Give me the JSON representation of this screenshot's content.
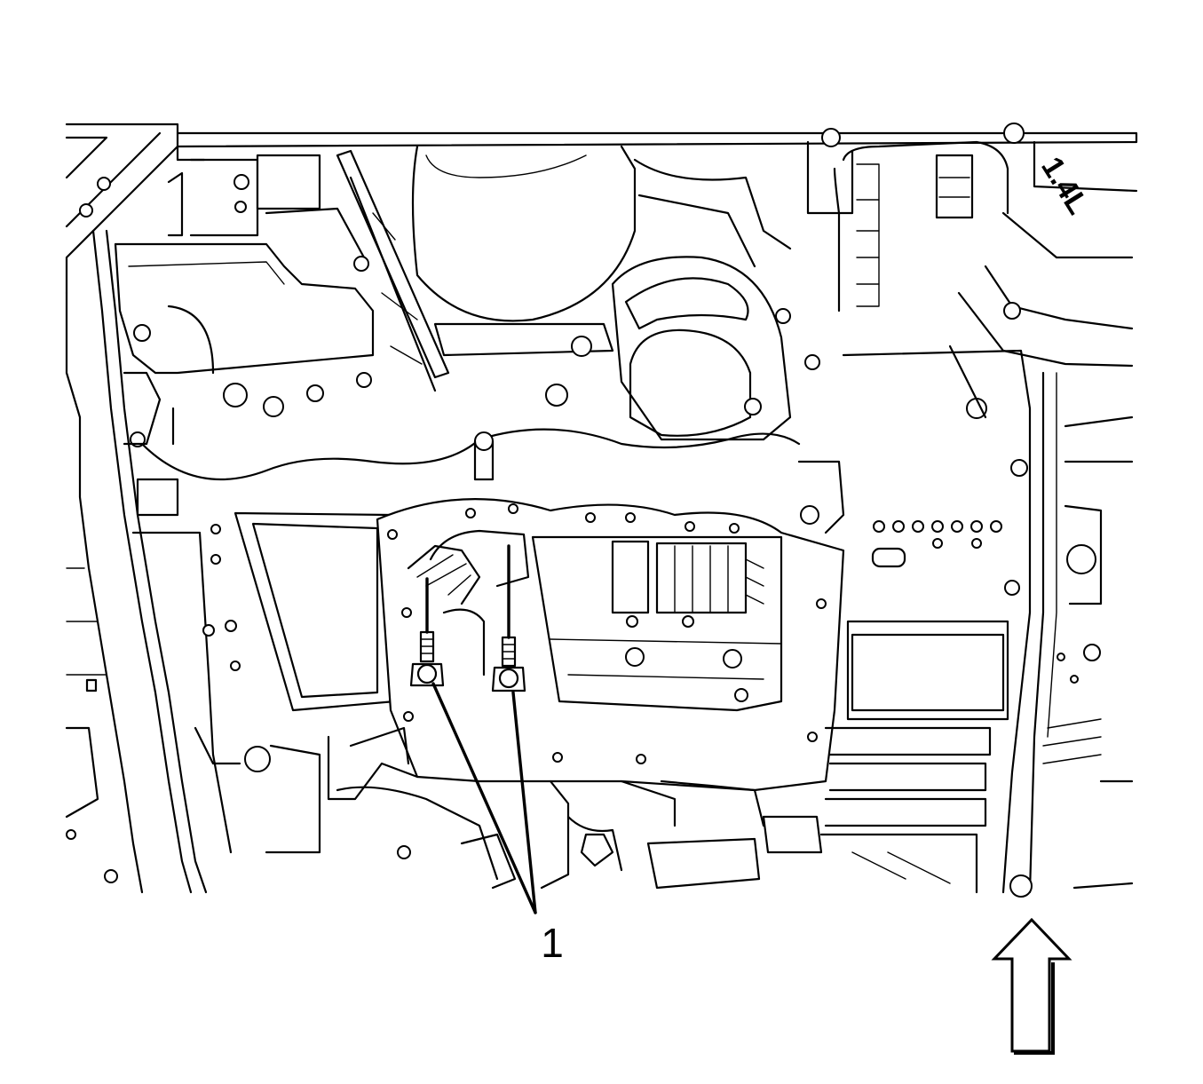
{
  "callouts": [
    {
      "label": "1"
    }
  ],
  "stamp_text": "1.4L",
  "view_arrow": {
    "direction": "up"
  }
}
